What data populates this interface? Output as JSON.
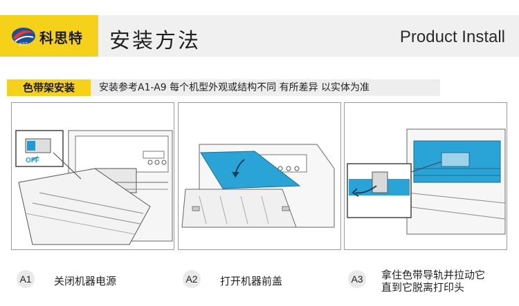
{
  "header": {
    "brand": "科思特",
    "logo_letters": "KST",
    "title_cn": "安装方法",
    "title_en": "Product Install"
  },
  "section": {
    "label": "色带架安装",
    "note": "安装参考A1-A9 每个机型外观或结构不同 有所差异 以实体为准"
  },
  "panels": [
    {
      "id": "A1",
      "switch_label": "OFF"
    },
    {
      "id": "A2"
    },
    {
      "id": "A3"
    }
  ],
  "steps": [
    {
      "badge": "A1",
      "text": "关闭机器电源"
    },
    {
      "badge": "A2",
      "text": "打开机器前盖"
    },
    {
      "badge": "A3",
      "line1": "拿住色带导轨并拉动它",
      "line2": "直到它脱离打印头"
    }
  ],
  "colors": {
    "accent_yellow": "#f5d11a",
    "header_gray": "#f0f0f0",
    "printer_cover_blue": "#2aa3d6",
    "line_gray": "#9a9a9a"
  }
}
